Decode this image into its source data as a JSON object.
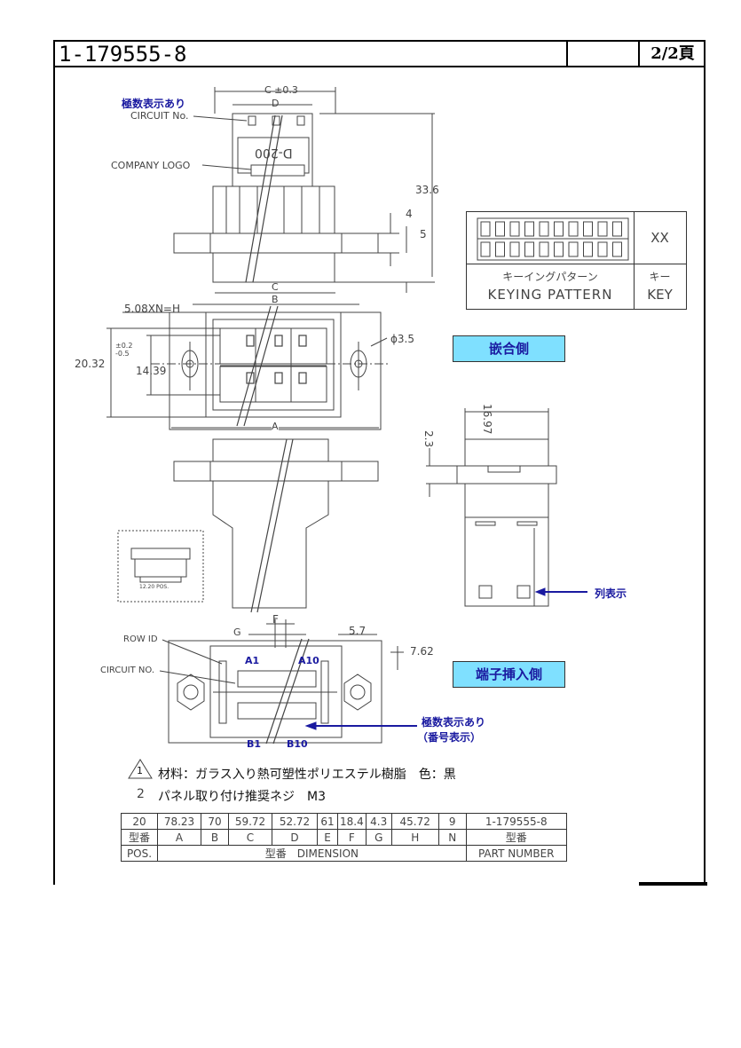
{
  "title_block": {
    "part_number": "1-179555-8",
    "page": "2/2頁"
  },
  "callouts": {
    "polarity_display_top": "極数表示あり",
    "circuit_no_top": "CIRCUIT No.",
    "company_logo": "COMPANY LOGO",
    "logo_text": "D-200",
    "mating_side": "嵌合側",
    "terminal_insertion_side": "端子挿入側",
    "row_id": "ROW ID",
    "circuit_no_bottom": "CIRCUIT NO.",
    "row_display": "列表示",
    "polarity_display_bottom": "極数表示あり",
    "number_display": "（番号表示）",
    "a1": "A1",
    "a10": "A10",
    "b1": "B1",
    "b10": "B10",
    "pos_label": "12.20 POS."
  },
  "dimensions": {
    "c_top": "C ±0.3",
    "d": "D",
    "d33_6": "33.6",
    "d4": "4",
    "d5": "5",
    "c_mid": "C",
    "b": "B",
    "pitch": "5.08XN=H",
    "d20_32": "20.32",
    "d14_39": "14.39",
    "tol": "±0.2 -0.5",
    "phi": "ϕ3.5",
    "a": "A",
    "d16_97": "16.97",
    "d2_3": "2.3",
    "f": "F",
    "g": "G",
    "d5_7": "5.7",
    "d7_62": "7.62"
  },
  "keying": {
    "value": "XX",
    "label_jp": "キーイングパターン",
    "label_en": "KEYING PATTERN",
    "key_jp": "キー",
    "key_en": "KEY"
  },
  "notes": {
    "note1_num": "1",
    "note1": "材料：ガラス入り熱可塑性ポリエステル樹脂　色：黒",
    "note2_num": "2",
    "note2": "パネル取り付け推奨ネジ　M3"
  },
  "dim_table": {
    "values": [
      "20",
      "78.23",
      "70",
      "59.72",
      "52.72",
      "61",
      "18.4",
      "4.3",
      "45.72",
      "9",
      "1-179555-8"
    ],
    "headers": [
      "型番",
      "A",
      "B",
      "C",
      "D",
      "E",
      "F",
      "G",
      "H",
      "N",
      "型番"
    ],
    "pos": "POS.",
    "dimension": "型番　DIMENSION",
    "part_number": "PART NUMBER"
  },
  "colors": {
    "label_bg": "#7fe0ff",
    "label_text": "#1a1aa0",
    "arrow_blue": "#1a1aa0"
  }
}
